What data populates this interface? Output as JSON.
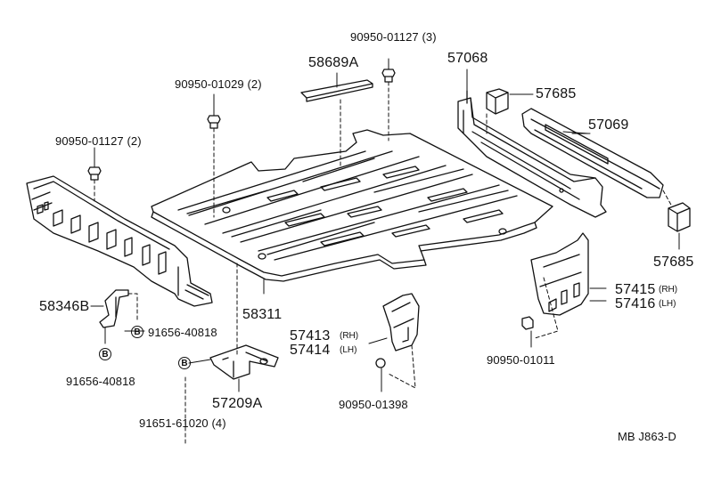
{
  "diagram": {
    "ref_code": "MB  J863-D",
    "b_marker": "B",
    "labels": {
      "p90950_01127_3": "90950-01127 (3)",
      "p58689A": "58689A",
      "p90950_01029_2": "90950-01029 (2)",
      "p90950_01127_2": "90950-01127 (2)",
      "p57068": "57068",
      "p57685_top": "57685",
      "p57069": "57069",
      "p57685_bot": "57685",
      "p58346B": "58346B",
      "p91656_40818_a": "91656-40818",
      "p91656_40818_b": "91656-40818",
      "p58311": "58311",
      "p57415": "57415",
      "p57415_side": "(RH)",
      "p57416": "57416",
      "p57416_side": "(LH)",
      "p57413": "57413",
      "p57413_side": "(RH)",
      "p57414": "57414",
      "p57414_side": "(LH)",
      "p90950_01011": "90950-01011",
      "p57209A": "57209A",
      "p91651_61020_4": "91651-61020 (4)",
      "p90950_01398": "90950-01398"
    }
  }
}
